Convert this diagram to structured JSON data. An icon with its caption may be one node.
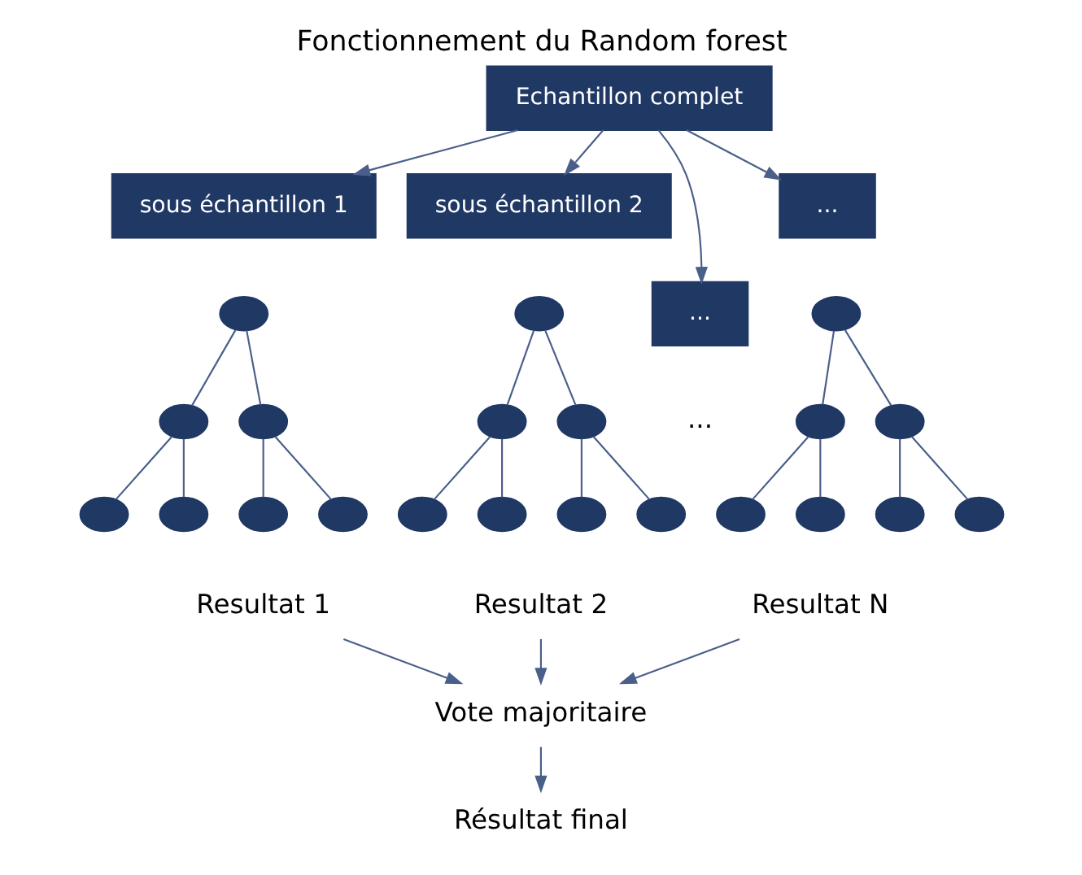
{
  "diagram": {
    "title": "Fonctionnement du Random forest",
    "nodes": [
      {
        "text": [
          "Echantillon complet"
        ]
      },
      {
        "text": [
          "sous échantillon 1"
        ]
      },
      {
        "text": [
          "sous échantillon 2"
        ]
      },
      {
        "text": [
          "..."
        ]
      },
      {
        "text": [
          "..."
        ]
      },
      {
        "text": [],
        "shape": "circle"
      },
      {
        "text": [],
        "shape": "circle"
      },
      {
        "text": [],
        "shape": "circle"
      },
      {
        "text": [],
        "shape": "circle"
      },
      {
        "text": [],
        "shape": "circle"
      },
      {
        "text": [],
        "shape": "circle"
      },
      {
        "text": [],
        "shape": "circle"
      },
      {
        "text": [],
        "shape": "circle"
      },
      {
        "text": [],
        "shape": "circle"
      },
      {
        "text": [],
        "shape": "circle"
      },
      {
        "text": [],
        "shape": "circle"
      },
      {
        "text": [],
        "shape": "circle"
      },
      {
        "text": [],
        "shape": "circle"
      },
      {
        "text": [],
        "shape": "circle"
      },
      {
        "text": [],
        "shape": "circle"
      },
      {
        "text": [],
        "shape": "circle"
      },
      {
        "text": [],
        "shape": "circle"
      },
      {
        "text": [],
        "shape": "circle"
      },
      {
        "text": [],
        "shape": "circle"
      },
      {
        "text": [],
        "shape": "circle"
      },
      {
        "text": [],
        "shape": "circle"
      },
      {
        "text": [
          "Resultat 1"
        ]
      },
      {
        "text": [
          "Resultat 2"
        ]
      },
      {
        "text": [
          "Resultat N"
        ]
      },
      {
        "text": [
          "Vote majoritaire"
        ]
      },
      {
        "text": [
          "Résultat final"
        ]
      }
    ],
    "edges": [
      {
        "from": 0,
        "to": 1,
        "arrow": "to"
      },
      {
        "from": 0,
        "to": 2,
        "arrow": "to"
      },
      {
        "from": 0,
        "to": 3,
        "arrow": "to"
      },
      {
        "from": 0,
        "to": 4,
        "arrow": "to"
      },
      {
        "from": 5,
        "to": 6,
        "arrow": "none"
      },
      {
        "from": 5,
        "to": 7,
        "arrow": "none"
      },
      {
        "from": 6,
        "to": 8,
        "arrow": "none"
      },
      {
        "from": 6,
        "to": 9,
        "arrow": "none"
      },
      {
        "from": 7,
        "to": 10,
        "arrow": "none"
      },
      {
        "from": 7,
        "to": 11,
        "arrow": "none"
      },
      {
        "from": 12,
        "to": 13,
        "arrow": "none"
      },
      {
        "from": 12,
        "to": 14,
        "arrow": "none"
      },
      {
        "from": 13,
        "to": 15,
        "arrow": "none"
      },
      {
        "from": 13,
        "to": 16,
        "arrow": "none"
      },
      {
        "from": 14,
        "to": 17,
        "arrow": "none"
      },
      {
        "from": 14,
        "to": 18,
        "arrow": "none"
      },
      {
        "from": 19,
        "to": 20,
        "arrow": "none"
      },
      {
        "from": 19,
        "to": 21,
        "arrow": "none"
      },
      {
        "from": 20,
        "to": 22,
        "arrow": "none"
      },
      {
        "from": 20,
        "to": 23,
        "arrow": "none"
      },
      {
        "from": 21,
        "to": 24,
        "arrow": "none"
      },
      {
        "from": 21,
        "to": 25,
        "arrow": "none"
      },
      {
        "from": 26,
        "to": 29,
        "arrow": "to"
      },
      {
        "from": 27,
        "to": 29,
        "arrow": "to"
      },
      {
        "from": 28,
        "to": 29,
        "arrow": "to"
      },
      {
        "from": 29,
        "to": 30,
        "arrow": "to"
      }
    ],
    "labels": [
      "..."
    ]
  }
}
